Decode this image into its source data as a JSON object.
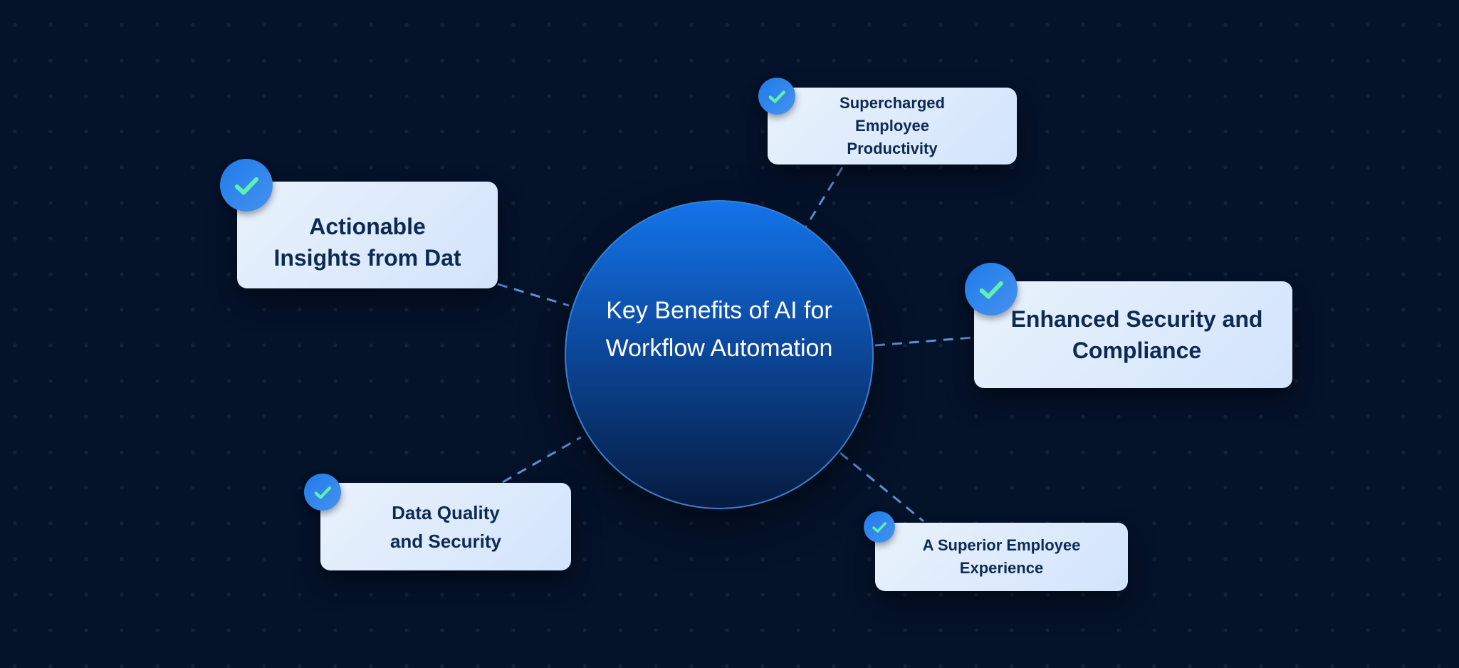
{
  "hub": {
    "title": "Key Benefits of AI for Workflow Automation"
  },
  "benefits": [
    {
      "label": "Supercharged Employee Productivity",
      "icon": "check-icon"
    },
    {
      "label": "Actionable Insights from Dat",
      "icon": "check-icon"
    },
    {
      "label": "Enhanced Security and Compliance",
      "icon": "check-icon"
    },
    {
      "label": "Data Quality and Security",
      "icon": "check-icon"
    },
    {
      "label": "A Superior Employee Experience",
      "icon": "check-icon"
    }
  ],
  "colors": {
    "background": "#04122a",
    "accent": "#1f7be8",
    "check": "#5ef0b0",
    "card_text": "#0d2a55",
    "connector": "#5a93d8"
  }
}
